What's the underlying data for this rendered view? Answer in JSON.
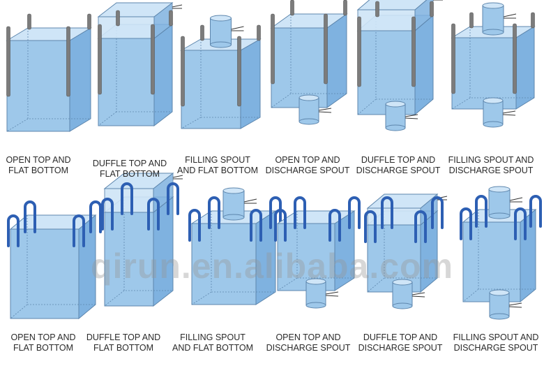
{
  "watermark": "qirun.en.alibaba.com",
  "colors": {
    "bag_front": "#9ec8ea",
    "bag_side": "#7fb2e0",
    "bag_top": "#cfe5f7",
    "outline": "#5d86ad",
    "loop_blue": "#2d5fb3",
    "strap_gray": "#7c7c7c"
  },
  "rows": [
    {
      "loop_style": "flat-strap",
      "items": [
        {
          "type": "open-top",
          "bottom": "flat",
          "caption": [
            "OPEN TOP AND",
            "FLAT BOTTOM"
          ]
        },
        {
          "type": "duffle-top",
          "bottom": "flat",
          "caption": [
            "DUFFLE TOP AND",
            "FLAT BOTTOM"
          ]
        },
        {
          "type": "filling-spout",
          "bottom": "flat",
          "caption": [
            "FILLING SPOUT",
            "AND FLAT BOTTOM"
          ]
        },
        {
          "type": "open-top",
          "bottom": "spout",
          "caption": [
            "OPEN TOP AND",
            "DISCHARGE SPOUT"
          ]
        },
        {
          "type": "duffle-top",
          "bottom": "spout",
          "caption": [
            "DUFFLE TOP AND",
            "DISCHARGE SPOUT"
          ]
        },
        {
          "type": "filling-spout",
          "bottom": "spout",
          "caption": [
            "FILLING SPOUT AND",
            "DISCHARGE SPOUT"
          ]
        }
      ]
    },
    {
      "loop_style": "loop",
      "items": [
        {
          "type": "open-top",
          "bottom": "flat",
          "caption": [
            "OPEN TOP AND",
            "FLAT BOTTOM"
          ]
        },
        {
          "type": "duffle-top",
          "bottom": "flat",
          "caption": [
            "DUFFLE TOP AND",
            "FLAT BOTTOM"
          ]
        },
        {
          "type": "filling-spout",
          "bottom": "flat",
          "caption": [
            "FILLING SPOUT",
            "AND FLAT BOTTOM"
          ]
        },
        {
          "type": "open-top",
          "bottom": "spout",
          "caption": [
            "OPEN TOP AND",
            "DISCHARGE SPOUT"
          ]
        },
        {
          "type": "duffle-top",
          "bottom": "spout",
          "caption": [
            "DUFFLE TOP AND",
            "DISCHARGE SPOUT"
          ]
        },
        {
          "type": "filling-spout",
          "bottom": "spout",
          "caption": [
            "FILLING SPOUT AND",
            "DISCHARGE SPOUT"
          ]
        }
      ]
    }
  ]
}
